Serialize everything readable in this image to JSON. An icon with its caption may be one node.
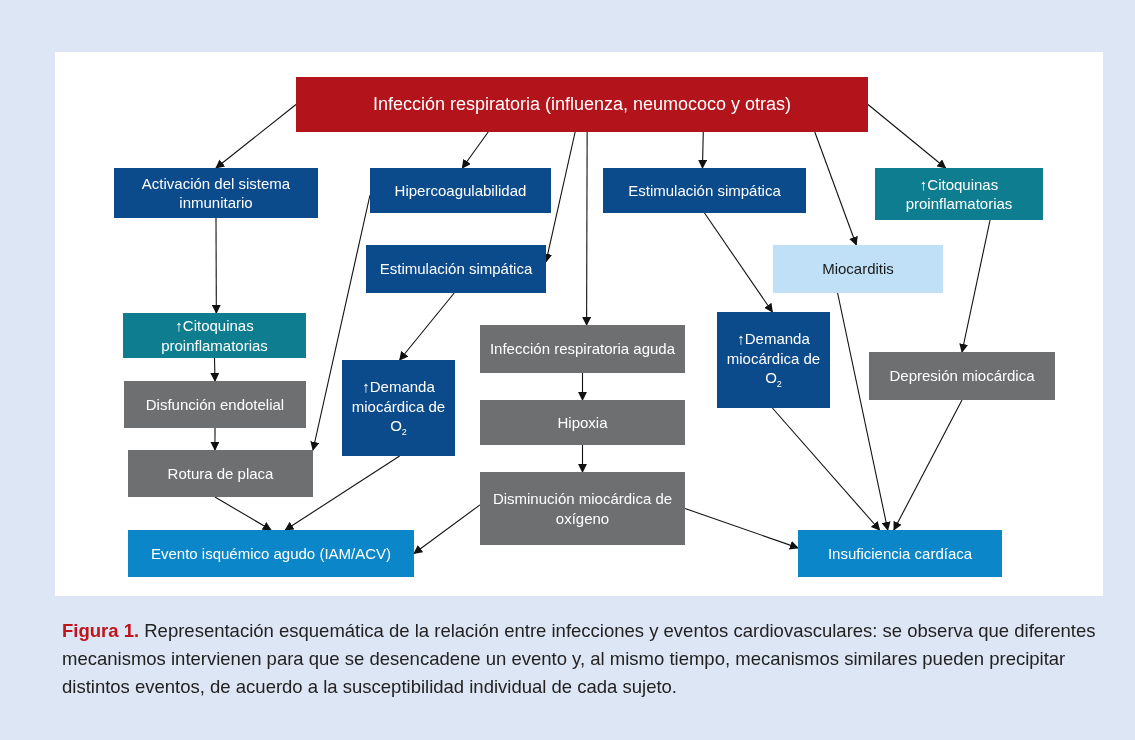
{
  "diagram": {
    "caption": "**Figura 1.** Representación esquemática de la relación entre infecciones y eventos cardiovasculares: se observa que diferentes mecanismos intervienen para que se desencadene un evento y, al mismo tiempo, mecanismos similares pueden precipitar distintos eventos, de acuerdo a la susceptibilidad individual de cada sujeto.",
    "nodes": [
      {
        "text": [
          "Infección respiratoria (influenza, neumococo y otras)"
        ]
      },
      {
        "text": [
          "Activación del sistema inmunitario"
        ]
      },
      {
        "text": [
          "Hipercoagulabilidad"
        ]
      },
      {
        "text": [
          "Estimulación simpática"
        ]
      },
      {
        "text": [
          "↑Citoquinas proinflamatorias"
        ]
      },
      {
        "text": [
          "Estimulación simpática"
        ]
      },
      {
        "text": [
          "Miocarditis"
        ]
      },
      {
        "text": [
          "↑Citoquinas proinflamatorias"
        ]
      },
      {
        "text": [
          "Infección respiratoria aguda"
        ]
      },
      {
        "text": [
          "↑Demanda miocárdica de O$_{2}$"
        ]
      },
      {
        "text": [
          "↑Demanda miocárdica de O$_{2}$"
        ]
      },
      {
        "text": [
          "Depresión miocárdica"
        ]
      },
      {
        "text": [
          "Disfunción endotelial"
        ]
      },
      {
        "text": [
          "Hipoxia"
        ]
      },
      {
        "text": [
          "Rotura de placa"
        ]
      },
      {
        "text": [
          "Disminución miocárdica de oxígeno"
        ]
      },
      {
        "text": [
          "Evento isquémico agudo (IAM/ACV)"
        ]
      },
      {
        "text": [
          "Insuficiencia cardíaca"
        ]
      }
    ],
    "edges": [
      {
        "from": 0,
        "to": 1,
        "arrow": "to"
      },
      {
        "from": 0,
        "to": 2,
        "arrow": "to"
      },
      {
        "from": 0,
        "to": 5,
        "arrow": "to"
      },
      {
        "from": 0,
        "to": 8,
        "arrow": "to"
      },
      {
        "from": 0,
        "to": 3,
        "arrow": "to"
      },
      {
        "from": 0,
        "to": 6,
        "arrow": "to"
      },
      {
        "from": 0,
        "to": 4,
        "arrow": "to"
      },
      {
        "from": 1,
        "to": 7,
        "arrow": "to"
      },
      {
        "from": 7,
        "to": 12,
        "arrow": "to"
      },
      {
        "from": 12,
        "to": 14,
        "arrow": "to"
      },
      {
        "from": 2,
        "to": 14,
        "arrow": "to"
      },
      {
        "from": 5,
        "to": 9,
        "arrow": "to"
      },
      {
        "from": 3,
        "to": 10,
        "arrow": "to"
      },
      {
        "from": 4,
        "to": 11,
        "arrow": "to"
      },
      {
        "from": 8,
        "to": 13,
        "arrow": "to"
      },
      {
        "from": 13,
        "to": 15,
        "arrow": "to"
      },
      {
        "from": 14,
        "to": 16,
        "arrow": "to"
      },
      {
        "from": 9,
        "to": 16,
        "arrow": "to"
      },
      {
        "from": 15,
        "to": 16,
        "arrow": "to"
      },
      {
        "from": 15,
        "to": 17,
        "arrow": "to"
      },
      {
        "from": 10,
        "to": 17,
        "arrow": "to"
      },
      {
        "from": 6,
        "to": 17,
        "arrow": "to"
      },
      {
        "from": 11,
        "to": 17,
        "arrow": "to"
      }
    ]
  }
}
